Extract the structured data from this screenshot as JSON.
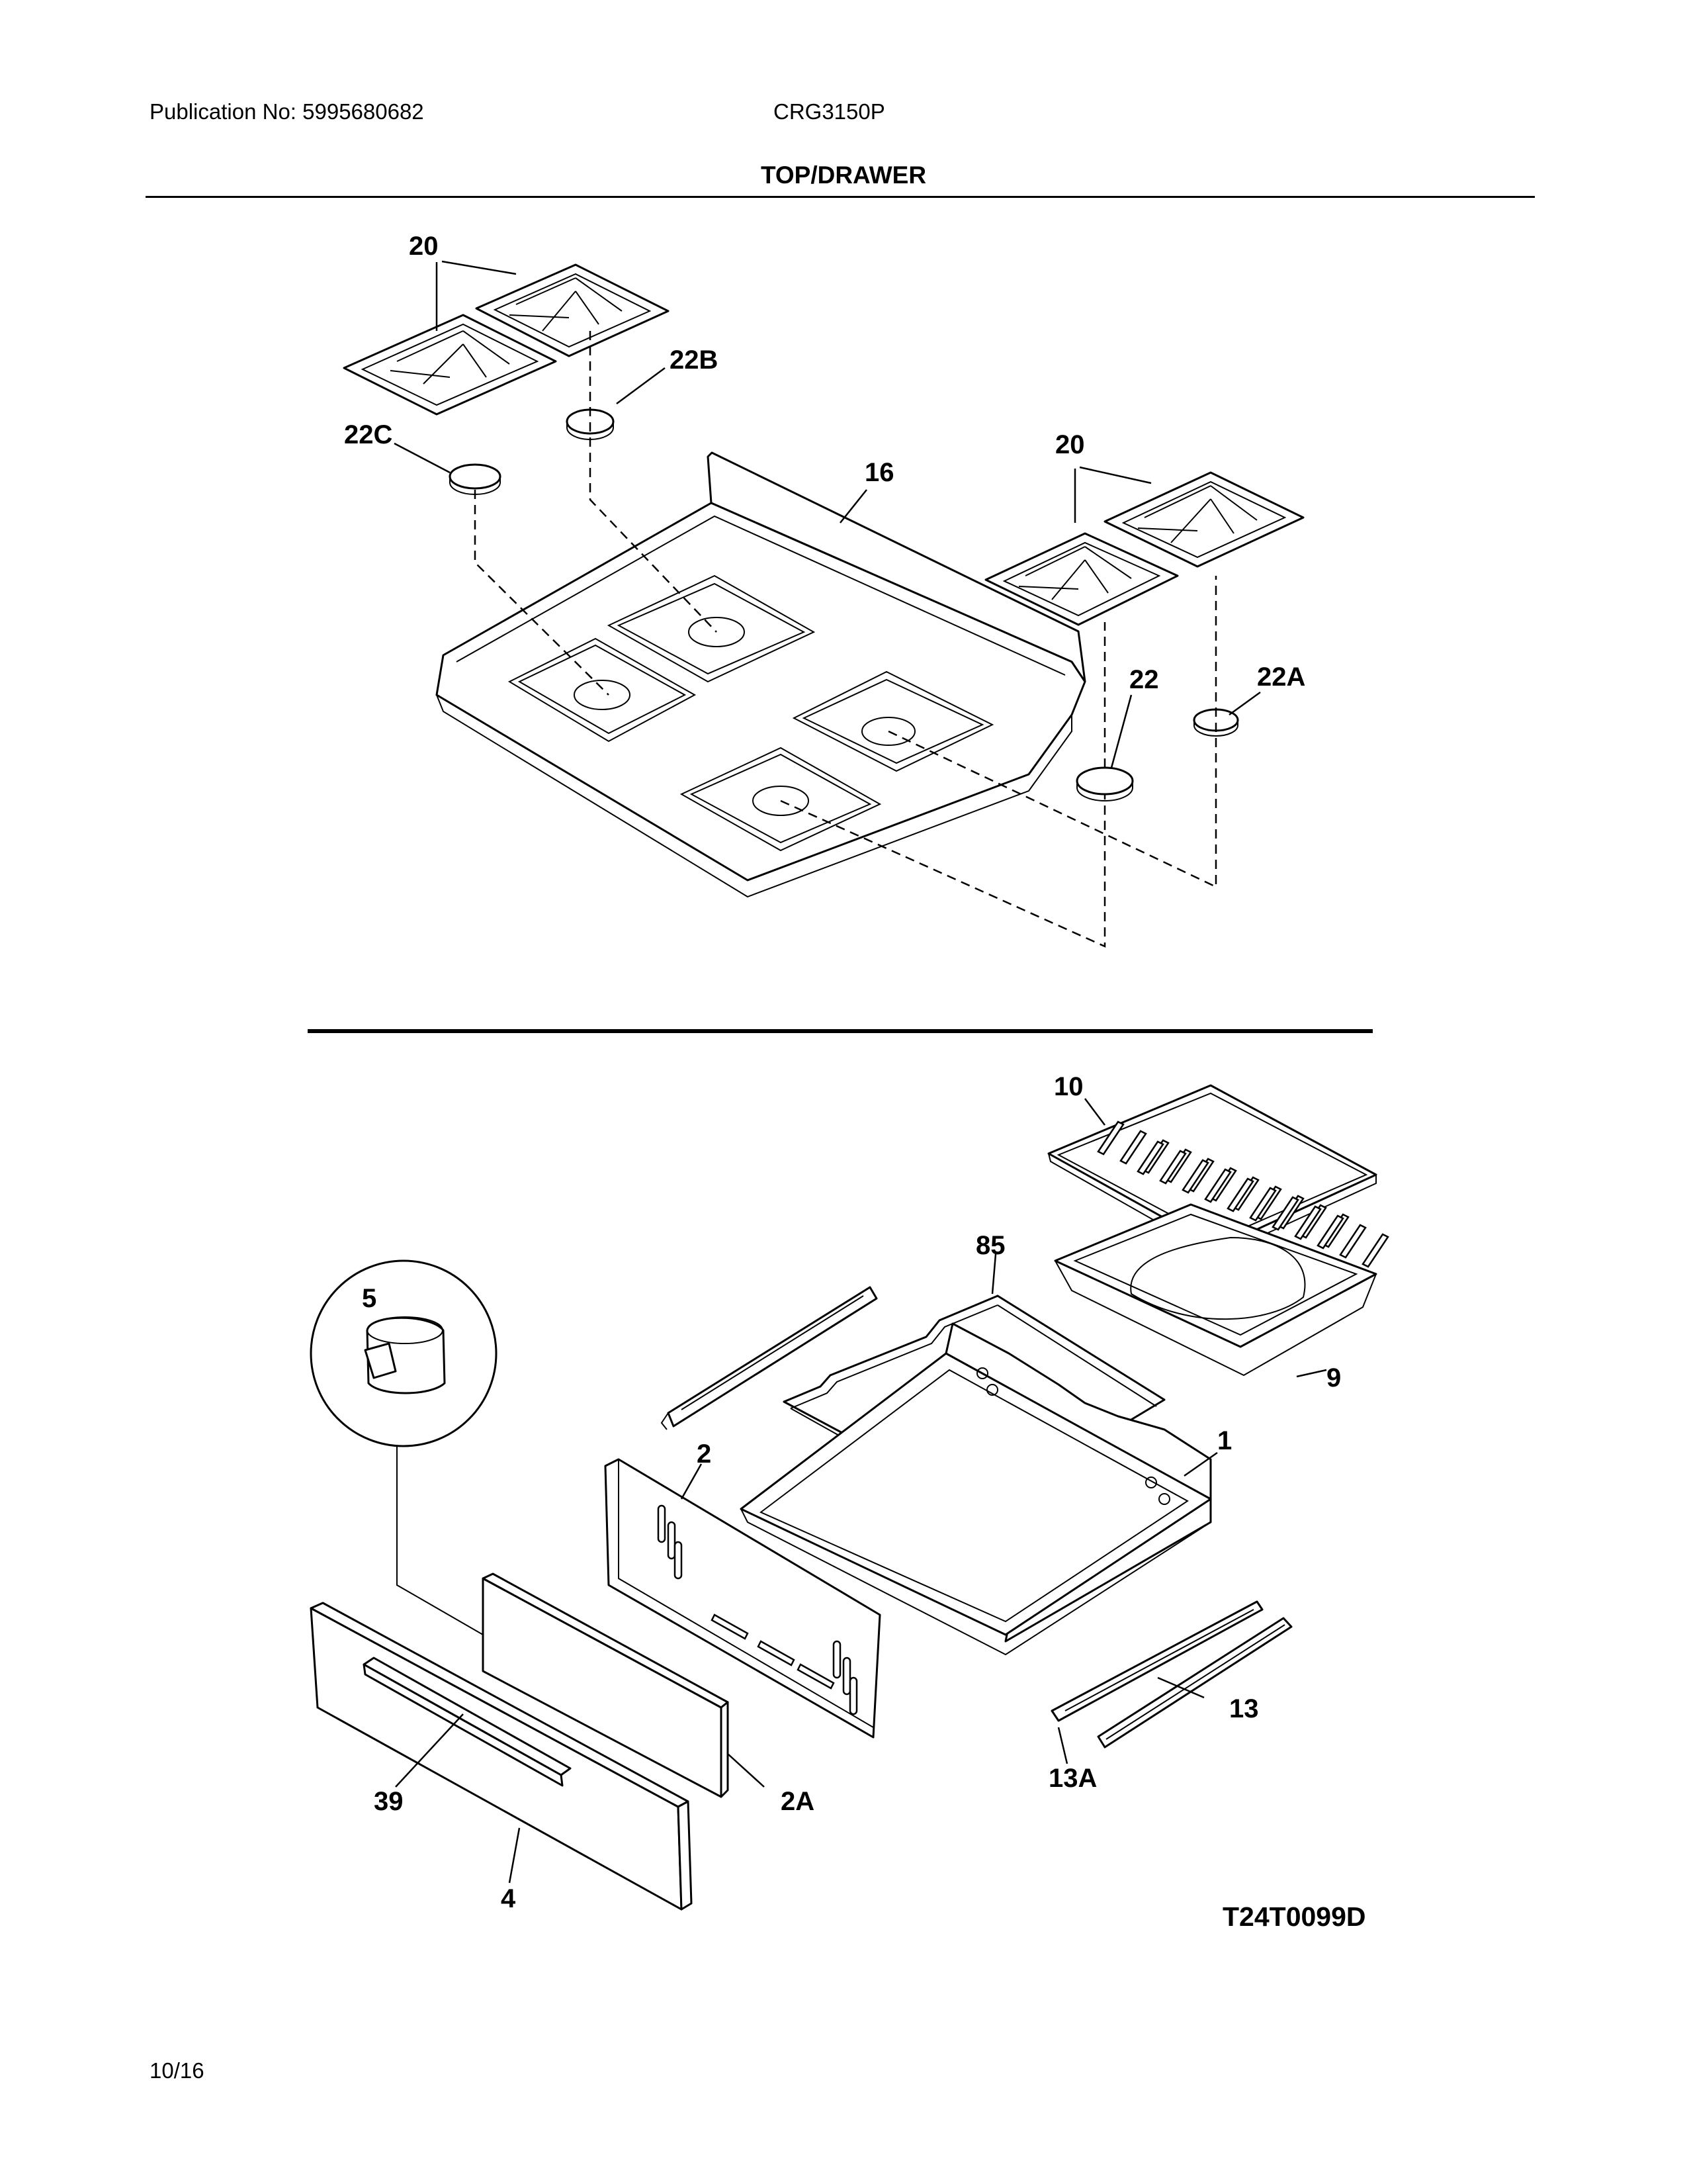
{
  "header": {
    "publication": "Publication No: 5995680682",
    "model": "CRG3150P",
    "section_title": "TOP/DRAWER"
  },
  "footer": {
    "page": "10/16"
  },
  "diagram": {
    "code": "T24T0099D",
    "callouts": {
      "grates_left": "20",
      "grates_right": "20",
      "cap_22B": "22B",
      "cap_22C": "22C",
      "cap_22": "22",
      "cap_22A": "22A",
      "cooktop": "16",
      "broiler_grid": "10",
      "rack": "85",
      "broiler_pan": "9",
      "glide": "5",
      "drawer_body": "1",
      "drawer_back": "2",
      "drawer_panel": "2A",
      "drawer_front": "4",
      "handle": "39",
      "slide": "13",
      "slide_rail": "13A"
    }
  }
}
